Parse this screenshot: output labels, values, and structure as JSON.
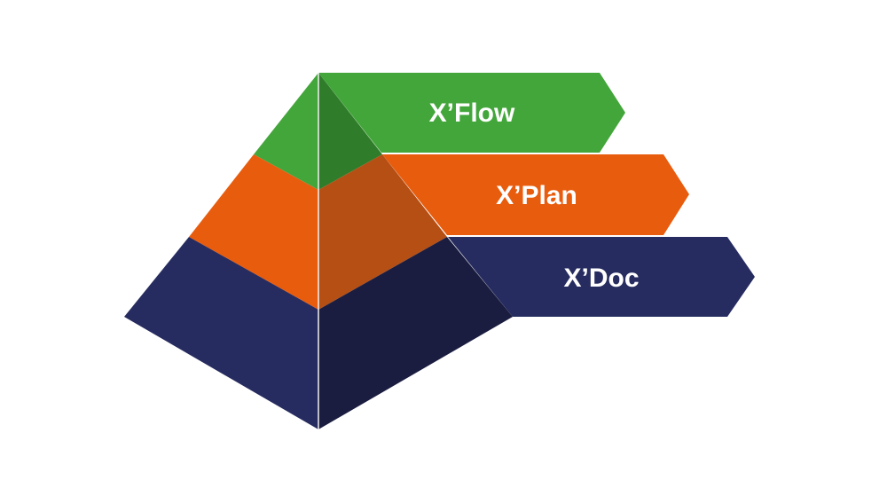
{
  "diagram": {
    "type": "pyramid-with-banners",
    "levels": [
      {
        "id": "flow",
        "label": "X’Flow",
        "color": "#43a63a",
        "shade": "#2f7d2a"
      },
      {
        "id": "plan",
        "label": "X’Plan",
        "color": "#e85c0e",
        "shade": "#b54f14"
      },
      {
        "id": "doc",
        "label": "X’Doc",
        "color": "#262c5f",
        "shade": "#1b1d40"
      }
    ],
    "divider_color": "#f2f2f2",
    "background": "#ffffff"
  }
}
